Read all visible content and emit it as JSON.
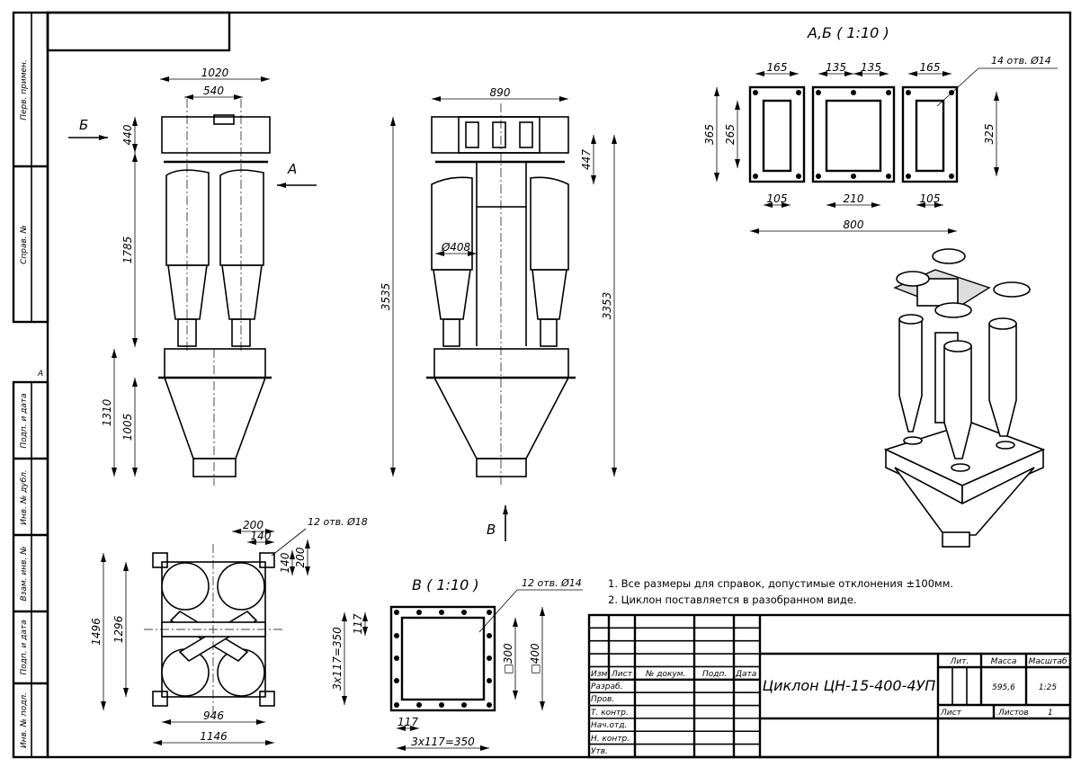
{
  "sheet": {
    "margin_labels": [
      "Перв. примен.",
      "Справ. №",
      "Подп. и дата",
      "Инв. № дубл.",
      "Взам. инв. №",
      "Подп. и дата",
      "Инв. № подл."
    ],
    "margin_mark": "А"
  },
  "front_view": {
    "arrow_b": "Б",
    "arrow_a": "А",
    "dims": {
      "w1020": "1020",
      "w540": "540",
      "h440": "440",
      "h1785": "1785",
      "h1310": "1310",
      "h1005": "1005"
    }
  },
  "side_view": {
    "arrow_v": "В",
    "dims": {
      "w890": "890",
      "h3535": "3535",
      "h3353": "3353",
      "h447": "447",
      "d408": "Ø408"
    }
  },
  "flange_view_ab": {
    "title": "А,Б ( 1:10 )",
    "holes_note": "14 отв. Ø14",
    "dims": {
      "w165a": "165",
      "w135a": "135",
      "w135b": "135",
      "w165b": "165",
      "h365": "365",
      "h265": "265",
      "h325": "325",
      "w105a": "105",
      "w210": "210",
      "w105b": "105",
      "w800": "800"
    }
  },
  "plan_view": {
    "holes_note": "12 отв. Ø18",
    "dims": {
      "w200": "200",
      "w140": "140",
      "h140": "140",
      "h200": "200",
      "h1496": "1496",
      "h1296": "1296",
      "w946": "946",
      "w1146": "1146"
    }
  },
  "flange_view_v": {
    "title": "В ( 1:10 )",
    "holes_note": "12 отв. Ø14",
    "dims": {
      "h117": "117",
      "h350": "3x117=350",
      "sq300": "□300",
      "sq400": "□400",
      "w117": "117",
      "w350": "3x117=350"
    }
  },
  "notes": [
    "1. Все размеры для справок, допустимые отклонения ±100мм.",
    "2. Циклон поставляется в разобранном виде."
  ],
  "title_block": {
    "headers": [
      "Изм",
      "Лист",
      "№ докум.",
      "Подп.",
      "Дата"
    ],
    "roles": [
      "Разраб.",
      "Пров.",
      "Т. контр.",
      "Нач.отд.",
      "Н. контр.",
      "Утв."
    ],
    "title": "Циклон ЦН-15-400-4УП",
    "lit_label": "Лит.",
    "mass_label": "Масса",
    "scale_label": "Масштаб",
    "mass": "595,6",
    "scale": "1:25",
    "sheet_label": "Лист",
    "sheets_label": "Листов",
    "sheets": "1"
  }
}
